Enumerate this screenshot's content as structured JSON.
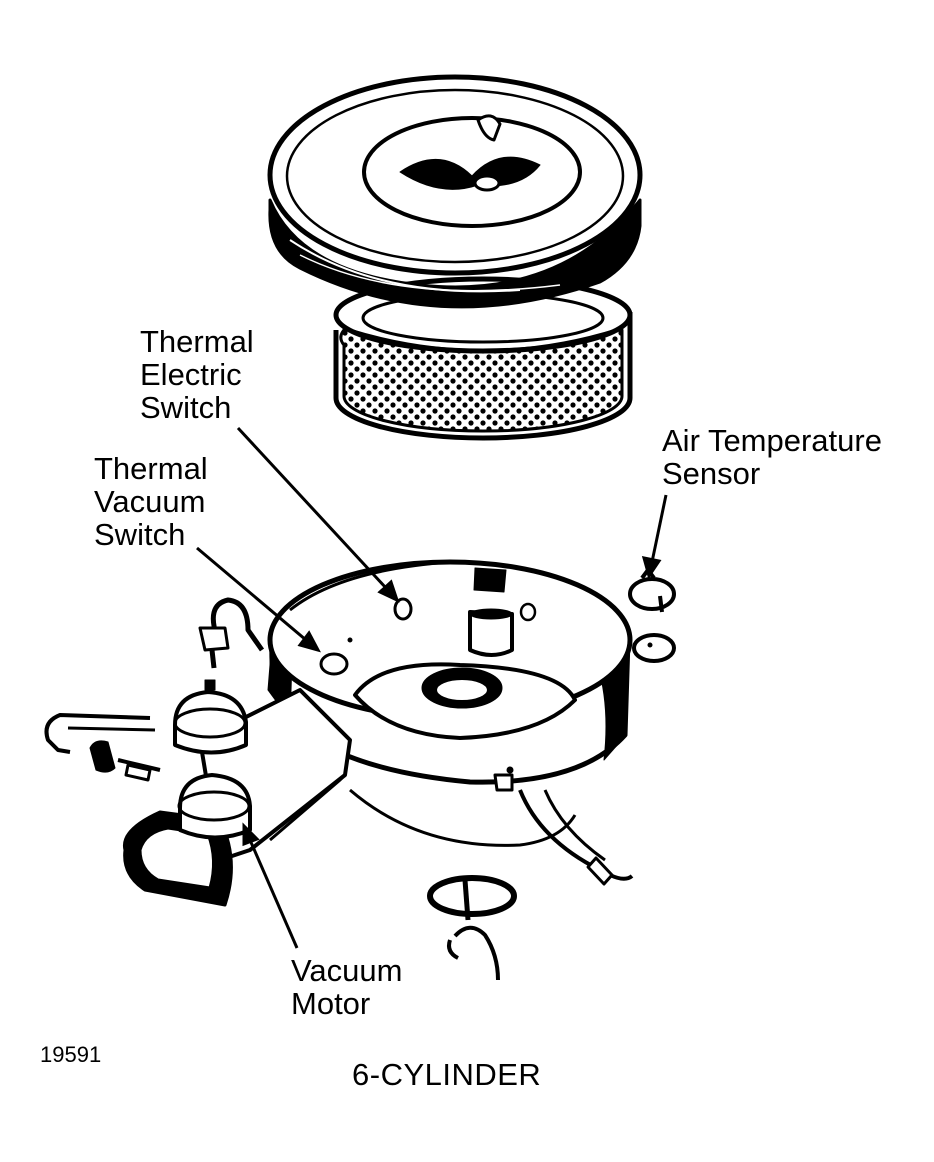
{
  "labels": {
    "thermal_electric_switch": [
      "Thermal",
      "Electric",
      "Switch"
    ],
    "thermal_vacuum_switch": [
      "Thermal",
      "Vacuum",
      "Switch"
    ],
    "air_temperature_sensor": [
      "Air Temperature",
      "Sensor"
    ],
    "vacuum_motor": [
      "Vacuum",
      "Motor"
    ]
  },
  "figure_number": "19591",
  "caption": "6-CYLINDER",
  "colors": {
    "ink": "#000000",
    "paper": "#ffffff"
  }
}
